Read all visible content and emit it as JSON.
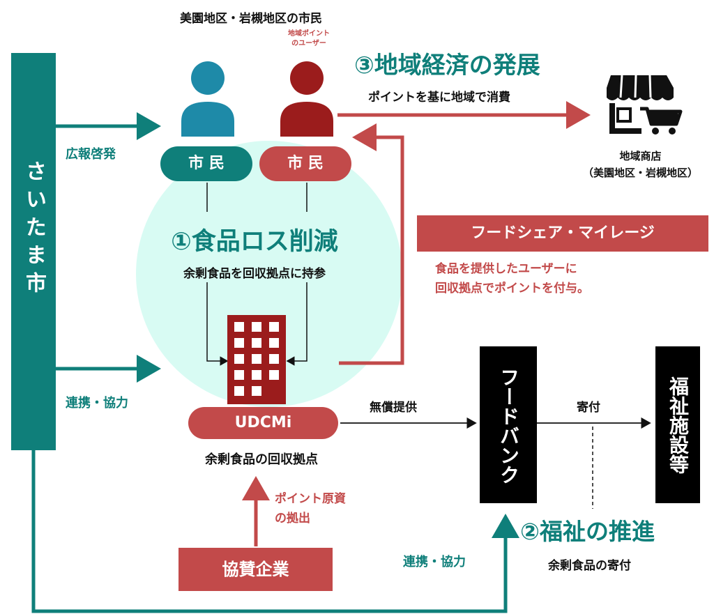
{
  "colors": {
    "teal": "#0f7f7a",
    "red": "#c24a4a",
    "circle": "#d8fbf3",
    "black": "#000000"
  },
  "header": {
    "citizens_area": "美園地区・岩槻地区の市民",
    "point_users": [
      "地域ポイント",
      "のユーザー"
    ]
  },
  "city": {
    "label": "さいたま市"
  },
  "labels": {
    "pr": "広報啓発",
    "coop1": "連携・協力",
    "coop2": "連携・協力"
  },
  "citizen_buttons": [
    "市 民",
    "市 民"
  ],
  "section1": {
    "title": "①食品ロス削減",
    "subtitle": "余剰食品を回収拠点に持参"
  },
  "section2": {
    "title": "②福祉の推進",
    "subtitle": "余剰食品の寄付"
  },
  "section3": {
    "title": "③地域経済の発展",
    "subtitle": "ポイントを基に地域で消費"
  },
  "store": {
    "line1": "地域商店",
    "line2": "（美園地区・岩槻地区）"
  },
  "mileage": {
    "title": "フードシェア・マイレージ",
    "lines": [
      "食品を提供したユーザーに",
      "回収拠点でポイントを付与。"
    ]
  },
  "udcmi": {
    "label": "UDCMi",
    "caption": "余剰食品の回収拠点"
  },
  "arrows": {
    "free_provision": "無償提供",
    "donation": "寄付"
  },
  "foodbank": {
    "label": "フードバンク"
  },
  "welfare": {
    "label": "福祉施設等"
  },
  "sponsor": {
    "label": "協賛企業",
    "funds": [
      "ポイント原資",
      "の拠出"
    ]
  },
  "icons": [
    "person-icon",
    "person-icon",
    "store-cart-icon",
    "building-icon"
  ]
}
